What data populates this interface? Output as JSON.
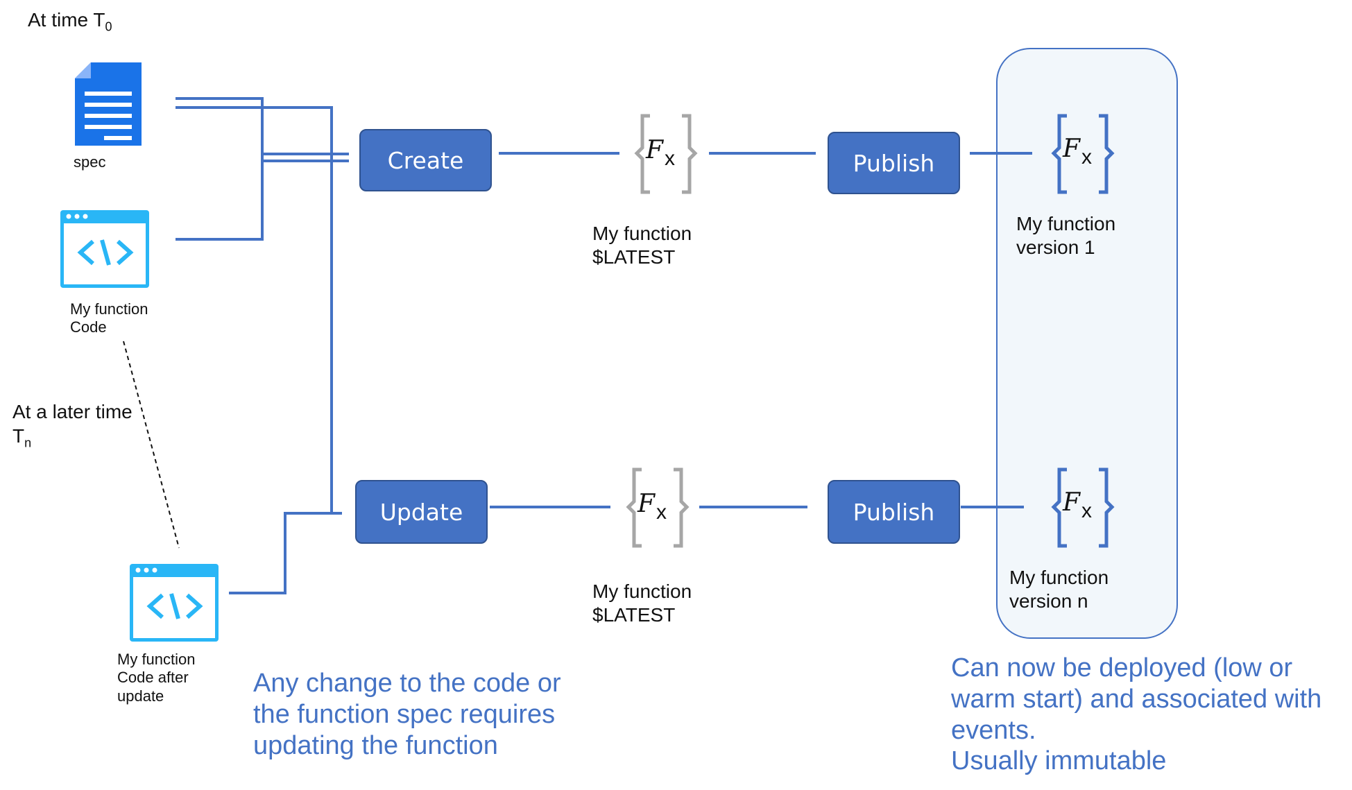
{
  "labels": {
    "time_t0_prefix": "At time T",
    "time_t0_sub": "0",
    "spec": "spec",
    "code_line1": "My function",
    "code_line2": "Code",
    "later_line1": "At a later time",
    "later_line2_main": "T",
    "later_line2_sub": "n",
    "updated_code_line1": "My function",
    "updated_code_line2": "Code after",
    "updated_code_line3": "update",
    "latest_top_line1": "My function",
    "latest_top_line2": "$LATEST",
    "latest_bottom_line1": "My function",
    "latest_bottom_line2": "$LATEST",
    "version1_line1": "My function",
    "version1_line2": "version 1",
    "versionn_line1": "My function",
    "versionn_line2": "version n"
  },
  "buttons": {
    "create": "Create",
    "publish_top": "Publish",
    "update": "Update",
    "publish_bottom": "Publish"
  },
  "notes": {
    "change_line1": "Any change to the code or",
    "change_line2": "the function spec requires",
    "change_line3": "updating the function",
    "deploy_line1": "Can now be deployed (low or",
    "deploy_line2": "warm start) and associated with",
    "deploy_line3": "events.",
    "deploy_line4": "Usually immutable"
  },
  "function_symbol": {
    "letter": "F",
    "suffix": "x"
  },
  "icons": {
    "spec": "document-icon",
    "code": "code-window-icon",
    "function": "function-braces-icon"
  },
  "colors": {
    "accent_blue": "#4472c4",
    "button_border": "#2f528f",
    "doc_blue": "#1a73e8",
    "code_blue": "#29b6f6",
    "gray_brace": "#a6a6a6",
    "panel_fill": "#f2f7fb",
    "panel_border": "#4472c4"
  }
}
